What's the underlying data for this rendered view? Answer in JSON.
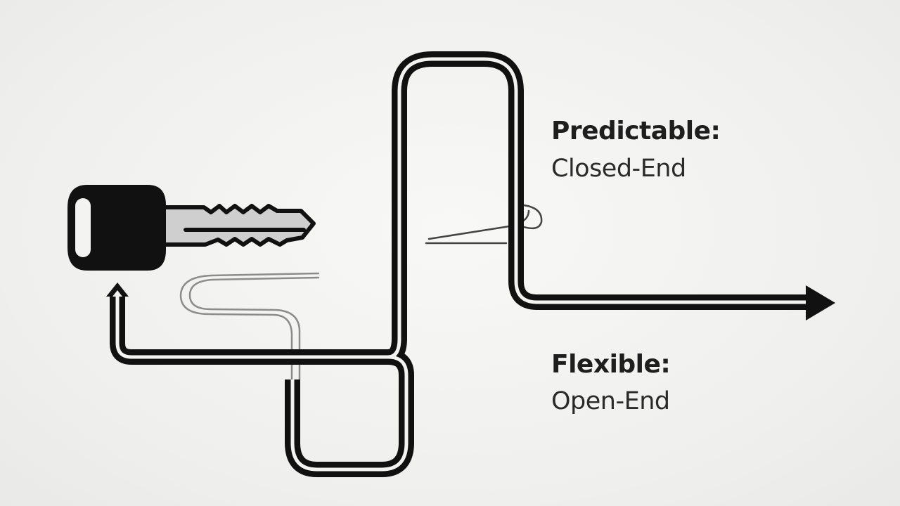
{
  "labels": {
    "predictable": {
      "title": "Predictable:",
      "subtitle": "Closed-End"
    },
    "flexible": {
      "title": "Flexible:",
      "subtitle": "Open-End"
    }
  },
  "icons": [
    "car-key-icon",
    "arrow-right-icon",
    "arrow-up-icon"
  ],
  "colors": {
    "ink": "#111111",
    "key_blade": "#c9c9c9",
    "faint_path": "#8a8a8a",
    "background": "#f2f2f0"
  }
}
